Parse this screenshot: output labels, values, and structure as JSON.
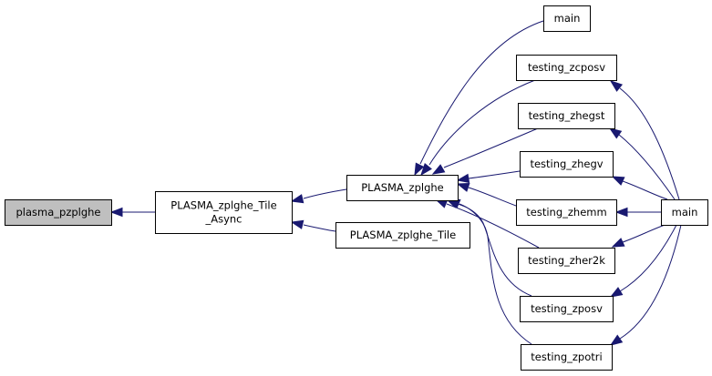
{
  "diagram": {
    "type": "call-graph",
    "colors": {
      "edge": "#191970",
      "node_border": "#000000",
      "node_fill": "#ffffff",
      "highlight_fill": "#bfbfbf"
    },
    "nodes": [
      {
        "id": "plasma_pzplghe",
        "lines": [
          "plasma_pzplghe"
        ],
        "highlight": true
      },
      {
        "id": "PLASMA_zplghe_Tile_Async",
        "lines": [
          "PLASMA_zplghe_Tile",
          "_Async"
        ],
        "highlight": false
      },
      {
        "id": "PLASMA_zplghe",
        "lines": [
          "PLASMA_zplghe"
        ],
        "highlight": false
      },
      {
        "id": "PLASMA_zplghe_Tile",
        "lines": [
          "PLASMA_zplghe_Tile"
        ],
        "highlight": false
      },
      {
        "id": "main_top",
        "lines": [
          "main"
        ],
        "highlight": false
      },
      {
        "id": "testing_zcposv",
        "lines": [
          "testing_zcposv"
        ],
        "highlight": false
      },
      {
        "id": "testing_zhegst",
        "lines": [
          "testing_zhegst"
        ],
        "highlight": false
      },
      {
        "id": "testing_zhegv",
        "lines": [
          "testing_zhegv"
        ],
        "highlight": false
      },
      {
        "id": "testing_zhemm",
        "lines": [
          "testing_zhemm"
        ],
        "highlight": false
      },
      {
        "id": "testing_zher2k",
        "lines": [
          "testing_zher2k"
        ],
        "highlight": false
      },
      {
        "id": "testing_zposv",
        "lines": [
          "testing_zposv"
        ],
        "highlight": false
      },
      {
        "id": "testing_zpotri",
        "lines": [
          "testing_zpotri"
        ],
        "highlight": false
      },
      {
        "id": "main_right",
        "lines": [
          "main"
        ],
        "highlight": false
      }
    ],
    "edges": [
      {
        "from": "PLASMA_zplghe_Tile_Async",
        "to": "plasma_pzplghe"
      },
      {
        "from": "PLASMA_zplghe",
        "to": "PLASMA_zplghe_Tile_Async"
      },
      {
        "from": "PLASMA_zplghe_Tile",
        "to": "PLASMA_zplghe_Tile_Async"
      },
      {
        "from": "main_top",
        "to": "PLASMA_zplghe"
      },
      {
        "from": "testing_zcposv",
        "to": "PLASMA_zplghe"
      },
      {
        "from": "testing_zhegst",
        "to": "PLASMA_zplghe"
      },
      {
        "from": "testing_zhegv",
        "to": "PLASMA_zplghe"
      },
      {
        "from": "testing_zhemm",
        "to": "PLASMA_zplghe"
      },
      {
        "from": "testing_zher2k",
        "to": "PLASMA_zplghe"
      },
      {
        "from": "testing_zposv",
        "to": "PLASMA_zplghe"
      },
      {
        "from": "testing_zpotri",
        "to": "PLASMA_zplghe"
      },
      {
        "from": "main_right",
        "to": "testing_zcposv"
      },
      {
        "from": "main_right",
        "to": "testing_zhegst"
      },
      {
        "from": "main_right",
        "to": "testing_zhegv"
      },
      {
        "from": "main_right",
        "to": "testing_zhemm"
      },
      {
        "from": "main_right",
        "to": "testing_zher2k"
      },
      {
        "from": "main_right",
        "to": "testing_zposv"
      },
      {
        "from": "main_right",
        "to": "testing_zpotri"
      }
    ]
  }
}
